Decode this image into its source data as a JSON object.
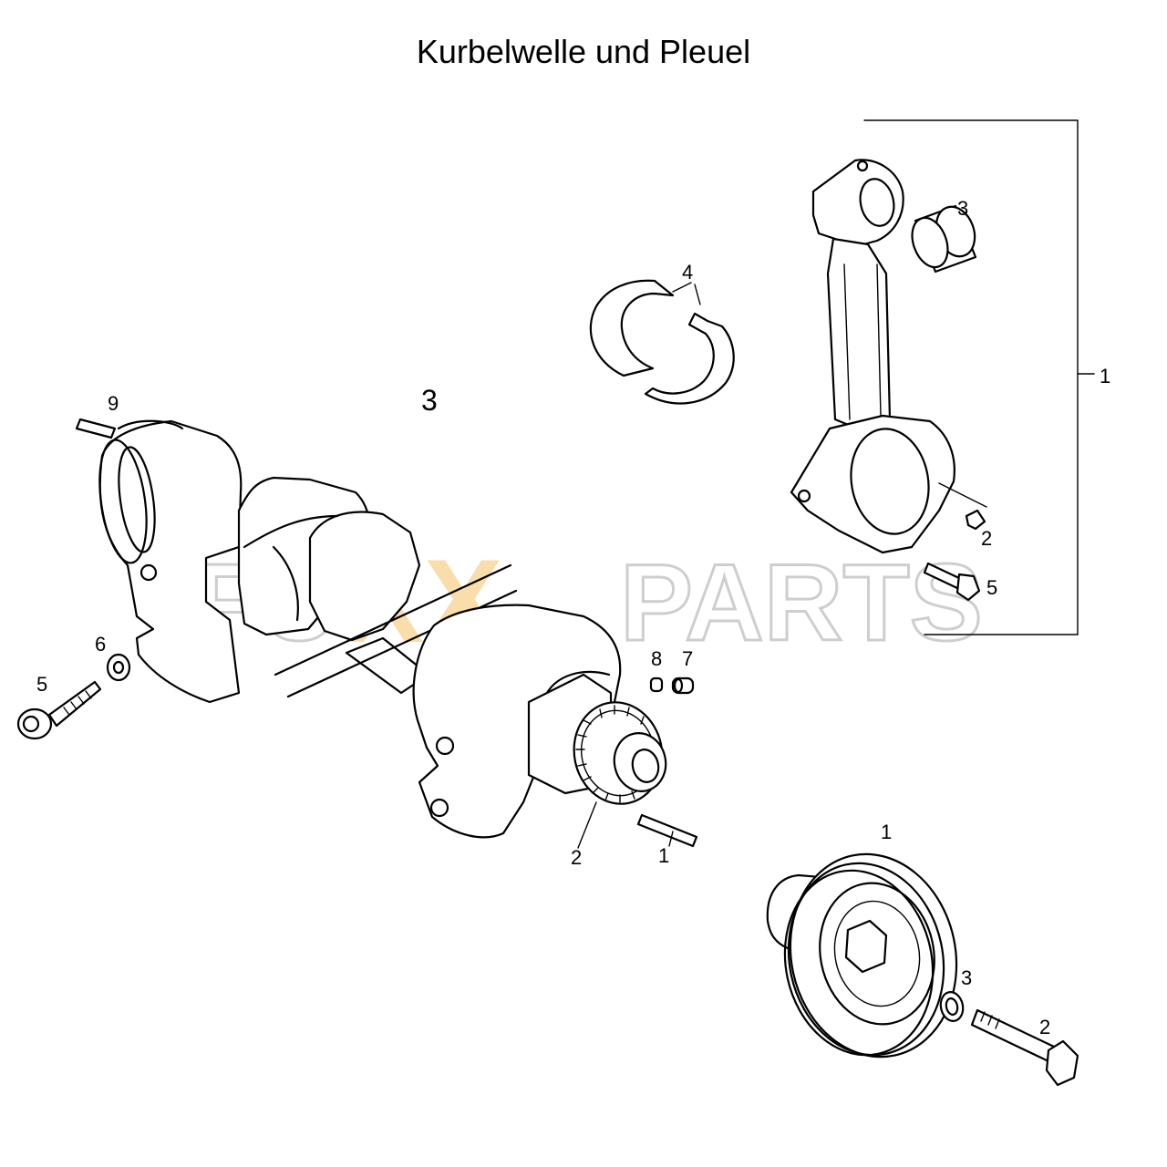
{
  "title": "Kurbelwelle und Pleuel",
  "watermark": {
    "prefix": "FU",
    "middle": "XX",
    "suffix": "PARTS",
    "colors": {
      "grey": "#c9c9c9",
      "orange": "#f5c46a"
    }
  },
  "callouts": {
    "crank": {
      "group_number": "3",
      "pin_9": "9",
      "washer_6": "6",
      "bolt_5": "5",
      "plug_8": "8",
      "plug_7": "7",
      "gear_2": "2",
      "key_1": "1"
    },
    "conrod": {
      "assembly_1": "1",
      "bushing_3": "3",
      "bearing_shells_4": "4",
      "nut_2": "2",
      "bolt_5": "5"
    },
    "pulley": {
      "pulley_1": "1",
      "washer_3": "3",
      "bolt_2": "2"
    }
  }
}
